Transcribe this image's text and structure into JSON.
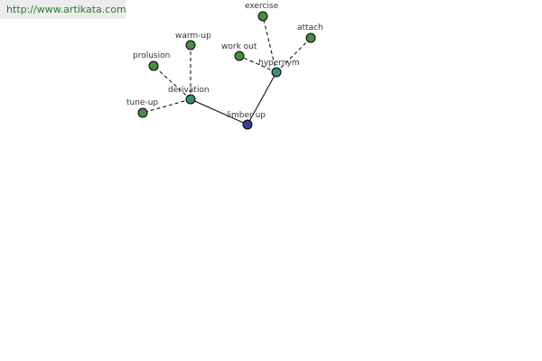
{
  "banner": {
    "url": "http://www.artikata.com"
  },
  "colors": {
    "root": "#3a3f8c",
    "relation": "#3d8a80",
    "term": "#4a8c44",
    "banner_text": "#2a7a2a"
  },
  "graph": {
    "nodes": [
      {
        "id": "limber-up",
        "label": "limber up",
        "kind": "root"
      },
      {
        "id": "derivation",
        "label": "derivation",
        "kind": "relation"
      },
      {
        "id": "hypernym",
        "label": "hypernym",
        "kind": "relation"
      },
      {
        "id": "warm-up",
        "label": "warm-up",
        "kind": "term"
      },
      {
        "id": "prolusion",
        "label": "prolusion",
        "kind": "term"
      },
      {
        "id": "tune-up",
        "label": "tune-up",
        "kind": "term"
      },
      {
        "id": "work-out",
        "label": "work out",
        "kind": "term"
      },
      {
        "id": "exercise",
        "label": "exercise",
        "kind": "term"
      },
      {
        "id": "attach",
        "label": "attach",
        "kind": "term"
      }
    ],
    "edges": [
      {
        "from": "limber-up",
        "to": "derivation",
        "style": "solid"
      },
      {
        "from": "limber-up",
        "to": "hypernym",
        "style": "solid"
      },
      {
        "from": "derivation",
        "to": "warm-up",
        "style": "dashed"
      },
      {
        "from": "derivation",
        "to": "prolusion",
        "style": "dashed"
      },
      {
        "from": "derivation",
        "to": "tune-up",
        "style": "dashed"
      },
      {
        "from": "hypernym",
        "to": "work-out",
        "style": "dashed"
      },
      {
        "from": "hypernym",
        "to": "exercise",
        "style": "dashed"
      },
      {
        "from": "hypernym",
        "to": "attach",
        "style": "dashed"
      }
    ]
  }
}
